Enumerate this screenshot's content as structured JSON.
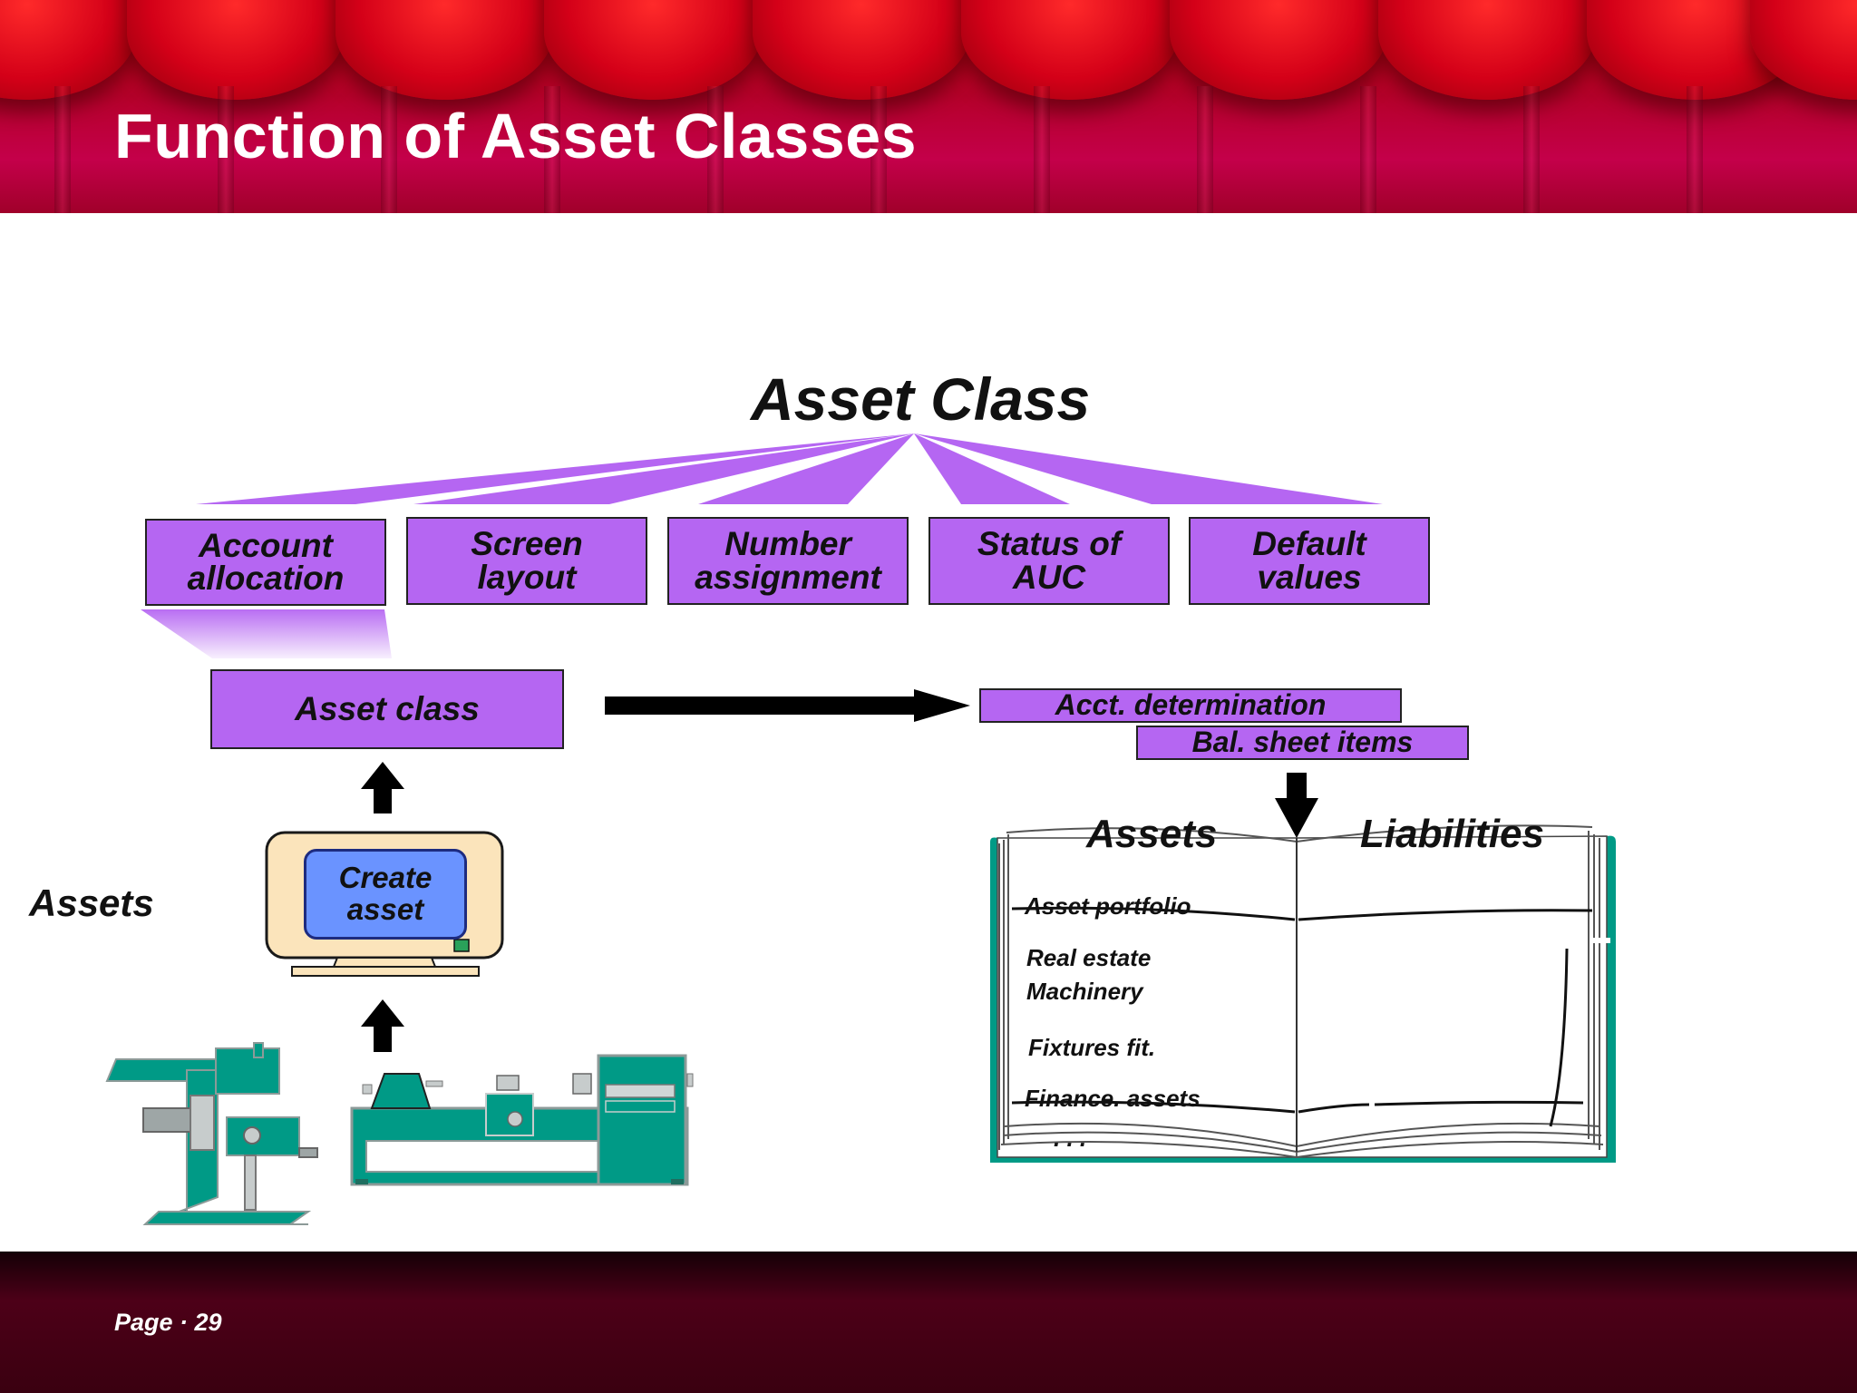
{
  "slide": {
    "title": "Function of Asset Classes",
    "page_label": "Page · 29"
  },
  "diagram": {
    "heading": "Asset Class",
    "functions": [
      {
        "line1": "Account",
        "line2": "allocation"
      },
      {
        "line1": "Screen",
        "line2": "layout"
      },
      {
        "line1": "Number",
        "line2": "assignment"
      },
      {
        "line1": "Status of",
        "line2": "AUC"
      },
      {
        "line1": "Default",
        "line2": "values"
      }
    ],
    "asset_class_box": "Asset class",
    "assets_label": "Assets",
    "monitor_line1": "Create",
    "monitor_line2": "asset",
    "acct_determination": "Acct. determination",
    "bal_sheet_items": "Bal. sheet items",
    "book": {
      "left_heading": "Assets",
      "right_heading": "Liabilities",
      "items": [
        "Asset portfolio",
        "Real estate",
        "Machinery",
        "Fixtures fit.",
        "Finance. assets",
        ". . ."
      ]
    }
  },
  "colors": {
    "box_fill": "#b566f2",
    "machine_teal": "#009a86",
    "curtain_red": "#c80020",
    "footer": "#3a0010"
  }
}
